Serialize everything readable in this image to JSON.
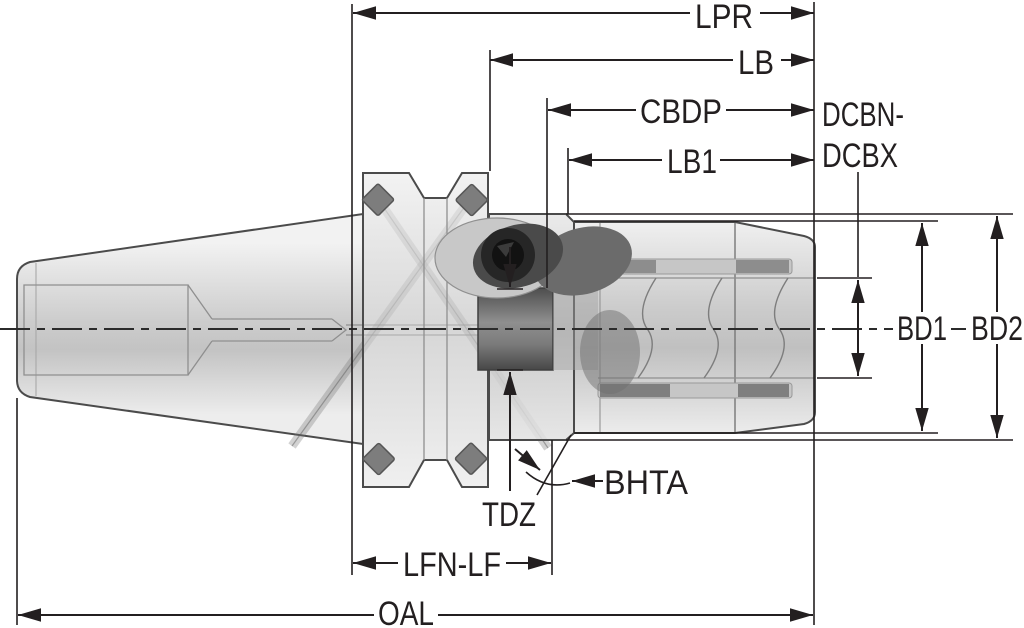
{
  "drawing": {
    "type": "technical-dimension-diagram",
    "subject": "collet-chuck-tool-holder-side-view",
    "colors": {
      "background": "#ffffff",
      "dimension_line": "#231f20",
      "body_outline": "#4b4b4b",
      "body_fill_light": "#f0f0f0",
      "body_fill_mid": "#c6c6c6",
      "clamp_ring_dark": "#4e4e4e",
      "port_bore_black": "#242424",
      "key_block_gray": "#7d7d7d"
    },
    "dimension_labels": {
      "lpr": "LPR",
      "lb": "LB",
      "cbdp": "CBDP",
      "dcbn_dcbx_line1": "DCBN-",
      "dcbn_dcbx_line2": "DCBX",
      "lb1": "LB1",
      "bd1": "BD1",
      "bd2": "BD2",
      "bhta": "BHTA",
      "tdz": "TDZ",
      "lfn_lf": "LFN-LF",
      "oal": "OAL"
    }
  }
}
